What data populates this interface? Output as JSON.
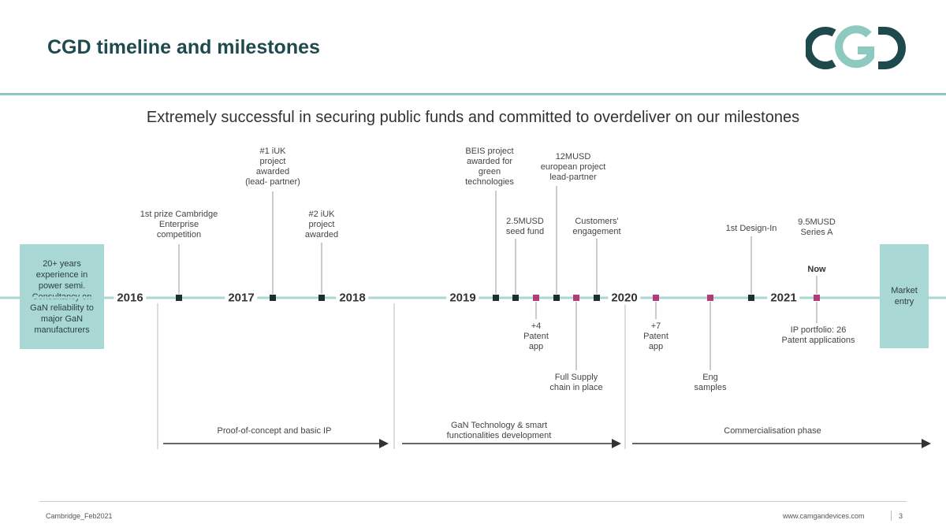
{
  "header": {
    "title": "CGD timeline and milestones",
    "logo_text": "CGD"
  },
  "subtitle": "Extremely successful in securing public funds and committed to overdeliver on our milestones",
  "colors": {
    "accent": "#8ec9bf",
    "box": "#a9d7d4",
    "dark_marker": "#1f2e2e",
    "purple_marker": "#b03a7a",
    "title": "#1e4a4e"
  },
  "intro_box": "20+ years experience in power semi. Consultancy on GaN reliability to major GaN manufacturers",
  "market_box": "Market entry",
  "years": [
    "2016",
    "2017",
    "2018",
    "2019",
    "2020",
    "2021"
  ],
  "labels_above": [
    "1st prize Cambridge\nEnterprise\ncompetition",
    "#1 iUK\nproject\nawarded\n(lead- partner)",
    "#2 iUK\nproject\nawarded",
    "BEIS project\nawarded for\ngreen\ntechnologies",
    "2.5MUSD\nseed fund",
    "12MUSD\neuropean project\nlead-partner",
    "Customers'\nengagement",
    "1st Design-In",
    "9.5MUSD\nSeries A"
  ],
  "labels_below": [
    "+4\nPatent\napp",
    "Full Supply\nchain in place",
    "+7\nPatent\napp",
    "Eng\nsamples",
    "IP portfolio: 26\nPatent applications"
  ],
  "now_label": "Now",
  "phases": [
    "Proof-of-concept and basic IP",
    "GaN Technology & smart\nfunctionalities development",
    "Commercialisation phase"
  ],
  "footer": {
    "left": "Cambridge_Feb2021",
    "right": "www.camgandevices.com",
    "page": "3"
  }
}
